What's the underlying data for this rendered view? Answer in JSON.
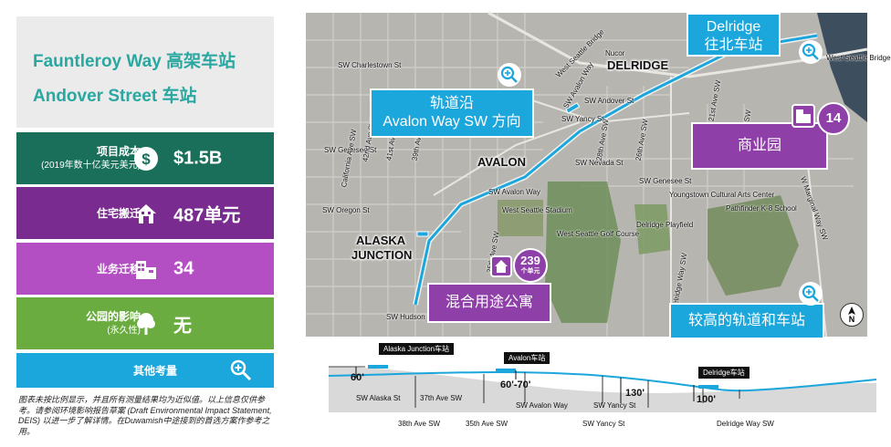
{
  "title": {
    "line1": "Fauntleroy Way 高架车站",
    "line2": "Andover Street 车站"
  },
  "stats": [
    {
      "label": "项目成本",
      "sub": "(2019年数十亿美元美元)",
      "value": "$1.5B",
      "icon": "dollar-icon",
      "color": "#1a6f5a"
    },
    {
      "label": "住宅搬迁",
      "sub": "",
      "value": "487单元",
      "icon": "house-icon",
      "color": "#7a2b8f"
    },
    {
      "label": "业务迁移",
      "sub": "",
      "value": "34",
      "icon": "building-icon",
      "color": "#b44fc3"
    },
    {
      "label": "公园的影响",
      "sub": "(永久性)",
      "value": "无",
      "icon": "tree-icon",
      "color": "#6aac3f"
    }
  ],
  "other": {
    "label": "其他考量",
    "icon": "zoom-icon",
    "color": "#1ba6dc"
  },
  "note": "图表未按比例显示，并且所有测量结果均为近似值。以上信息仅供参考。请参阅环境影响报告草案 (Draft Environmental Impact Statement, DEIS) 以进一步了解详情。在Duwamish中途接到的首选方案作参考之用。",
  "map": {
    "callouts": {
      "delridge": "Delridge\n往北车站",
      "avalon": "轨道沿\nAvalon Way SW 方向",
      "business_park": "商业园",
      "mixed_use": "混合用途公寓",
      "elevated": "较高的轨道和车站"
    },
    "badges": {
      "business_park": "14",
      "mixed_use_value": "239",
      "mixed_use_unit": "个单元"
    },
    "areas": {
      "delridge": "DELRIDGE",
      "avalon": "AVALON",
      "alaska1": "ALASKA",
      "alaska2": "JUNCTION"
    },
    "streets": [
      "SW Charlestown St",
      "West Seattle Bridge",
      "Nucor",
      "SW Avalon Way",
      "SW Andover St",
      "SW Yancy St",
      "SW Nevada St",
      "SW Genesee St",
      "SW Oregon St",
      "SW Hudson St",
      "California Ave SW",
      "42nd Ave SW",
      "41st Ave SW",
      "39th Ave SW",
      "28th Ave SW",
      "26th Ave SW",
      "21st Ave SW",
      "19th Ave SW",
      "West Seattle Bridge",
      "SW Genesee St",
      "West Seattle Stadium",
      "West Seattle Golf Course",
      "Delridge Playfield",
      "Youngstown Cultural Arts Center",
      "Pathfinder K-8 School",
      "Delridge Way SW",
      "W Marginal Way SW",
      "35th Ave SW",
      "SW Avalon Way"
    ],
    "compass": "N",
    "accent": "#1ba6dc",
    "purple": "#8f3fa8"
  },
  "profile": {
    "stations": [
      "Alaska Junction车站",
      "Avalon车站",
      "Delridge车站"
    ],
    "heights": [
      "60'",
      "60'-70'",
      "130'",
      "100'"
    ],
    "streets_top": [
      "SW Alaska St",
      "37th Ave SW",
      "SW Avalon Way",
      "SW Yancy St"
    ],
    "streets_bottom": [
      "38th Ave SW",
      "35th Ave SW",
      "SW Yancy St",
      "Delridge Way SW"
    ]
  }
}
